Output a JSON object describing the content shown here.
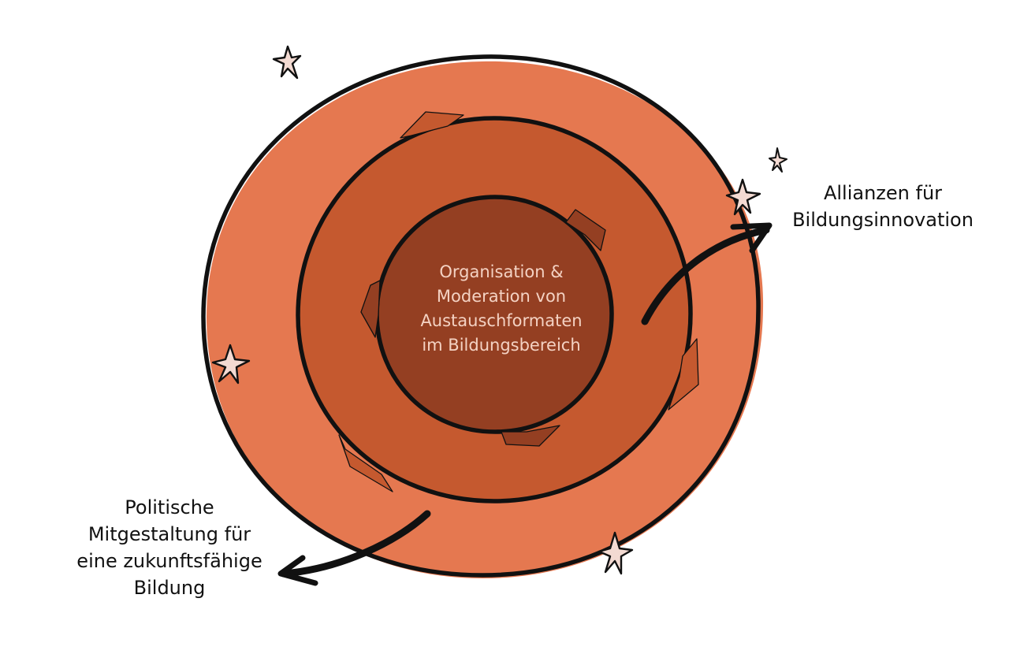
{
  "diagram": {
    "center_text": {
      "lines": [
        "Organisation &",
        "Moderation von",
        "Austauschformaten",
        "im Bildungsbereich"
      ]
    },
    "right_text": {
      "lines": [
        "Allianzen für",
        "Bildungsinnovation"
      ]
    },
    "left_text": {
      "lines": [
        "Politische",
        "Mitgestaltung für",
        "eine zukunftsfähige",
        "Bildung"
      ]
    }
  },
  "colors": {
    "outer_ring": "#E57850",
    "middle_ring": "#C5592F",
    "inner_circle": "#943F22",
    "outline": "#111111",
    "center_text": "#F4D2C3",
    "side_text": "#111111",
    "star_fill": "#F3DAD2"
  }
}
